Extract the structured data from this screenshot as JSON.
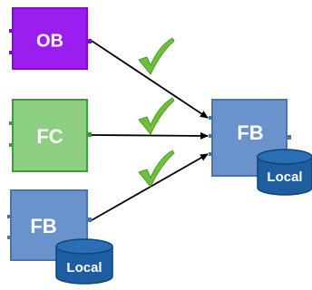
{
  "colors": {
    "ob_fill": "#9b1df0",
    "ob_border": "#7a12c4",
    "fc_fill": "#8ccf80",
    "fc_border": "#3e9a3a",
    "fb_fill": "#6a93cc",
    "fb_border": "#4a74ad",
    "db_fill": "#1e5ea0",
    "db_top": "#2a6fb5",
    "db_border": "#10457a",
    "check": "#6cc13a",
    "arrow": "#000000"
  },
  "blocks": {
    "ob": {
      "label": "OB"
    },
    "fc": {
      "label": "FC"
    },
    "fb_source": {
      "label": "FB",
      "storage_label": "Local"
    },
    "fb_target": {
      "label": "FB",
      "storage_label": "Local"
    }
  },
  "icons": {
    "check": "check-mark-icon",
    "storage": "database-cylinder-icon"
  }
}
